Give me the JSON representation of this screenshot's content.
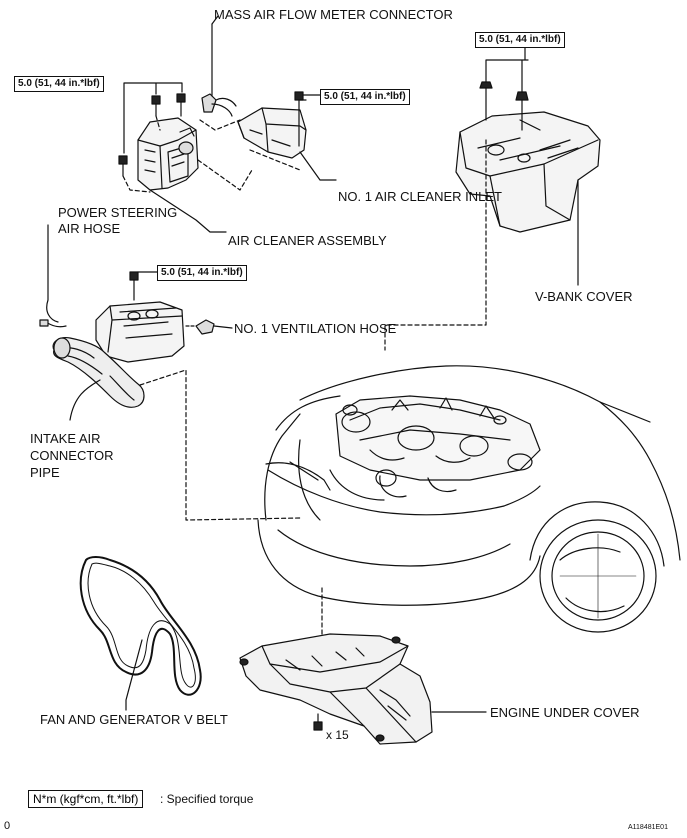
{
  "labels": {
    "maf_connector": "MASS AIR FLOW METER CONNECTOR",
    "air_cleaner_inlet": "NO. 1 AIR CLEANER INLET",
    "power_steering_hose_1": "POWER STEERING",
    "power_steering_hose_2": "AIR HOSE",
    "air_cleaner_assembly": "AIR CLEANER ASSEMBLY",
    "v_bank_cover": "V-BANK COVER",
    "ventilation_hose": "NO. 1 VENTILATION HOSE",
    "intake_pipe_1": "INTAKE AIR",
    "intake_pipe_2": "CONNECTOR",
    "intake_pipe_3": "PIPE",
    "fan_belt": "FAN AND GENERATOR V BELT",
    "under_cover": "ENGINE UNDER COVER",
    "bolt_count": "x 15"
  },
  "torque": {
    "air_cleaner_bolts": "5.0 (51, 44 in.*lbf)",
    "inlet_bolt": "5.0 (51, 44 in.*lbf)",
    "v_bank_nuts": "5.0 (51, 44 in.*lbf)",
    "intake_pipe_bolt": "5.0 (51, 44 in.*lbf)"
  },
  "legend": {
    "box": "N*m (kgf*cm, ft.*lbf)",
    "text": ": Specified torque"
  },
  "footer": {
    "page_mark": "0",
    "figure_id": "A118481E01"
  }
}
